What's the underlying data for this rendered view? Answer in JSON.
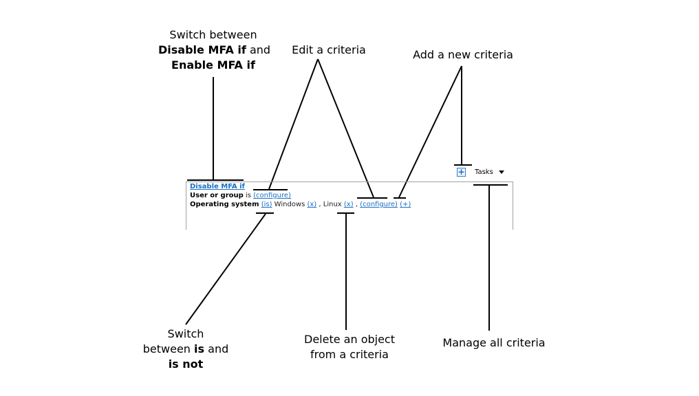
{
  "annotations": {
    "switch_disable_enable": {
      "line1": "Switch between",
      "line2_bold": "Disable MFA if",
      "line2_rest": " and",
      "line3_bold": "Enable MFA if"
    },
    "edit_criteria": "Edit a criteria",
    "add_criteria": "Add a new criteria",
    "switch_is_not": {
      "line1": "Switch",
      "line2_pre": "between ",
      "line2_bold": "is",
      "line2_post": " and",
      "line3_bold": "is not"
    },
    "delete_object": {
      "line1": "Delete an object",
      "line2": "from a criteria"
    },
    "manage_all": "Manage all criteria"
  },
  "panel": {
    "header_link": "Disable MFA if",
    "row1": {
      "label": "User or group",
      "verb": " is ",
      "configure": "(configure)"
    },
    "row2": {
      "label": "Operating system",
      "is_link": "(is)",
      "item1": " Windows ",
      "x1": "(x)",
      "sep": " , Linux ",
      "x2": "(x)",
      "sep2": " , ",
      "configure": "(configure)",
      "add": "(+)"
    }
  },
  "toolbar": {
    "add_symbol": "+",
    "tasks_label": "Tasks"
  }
}
